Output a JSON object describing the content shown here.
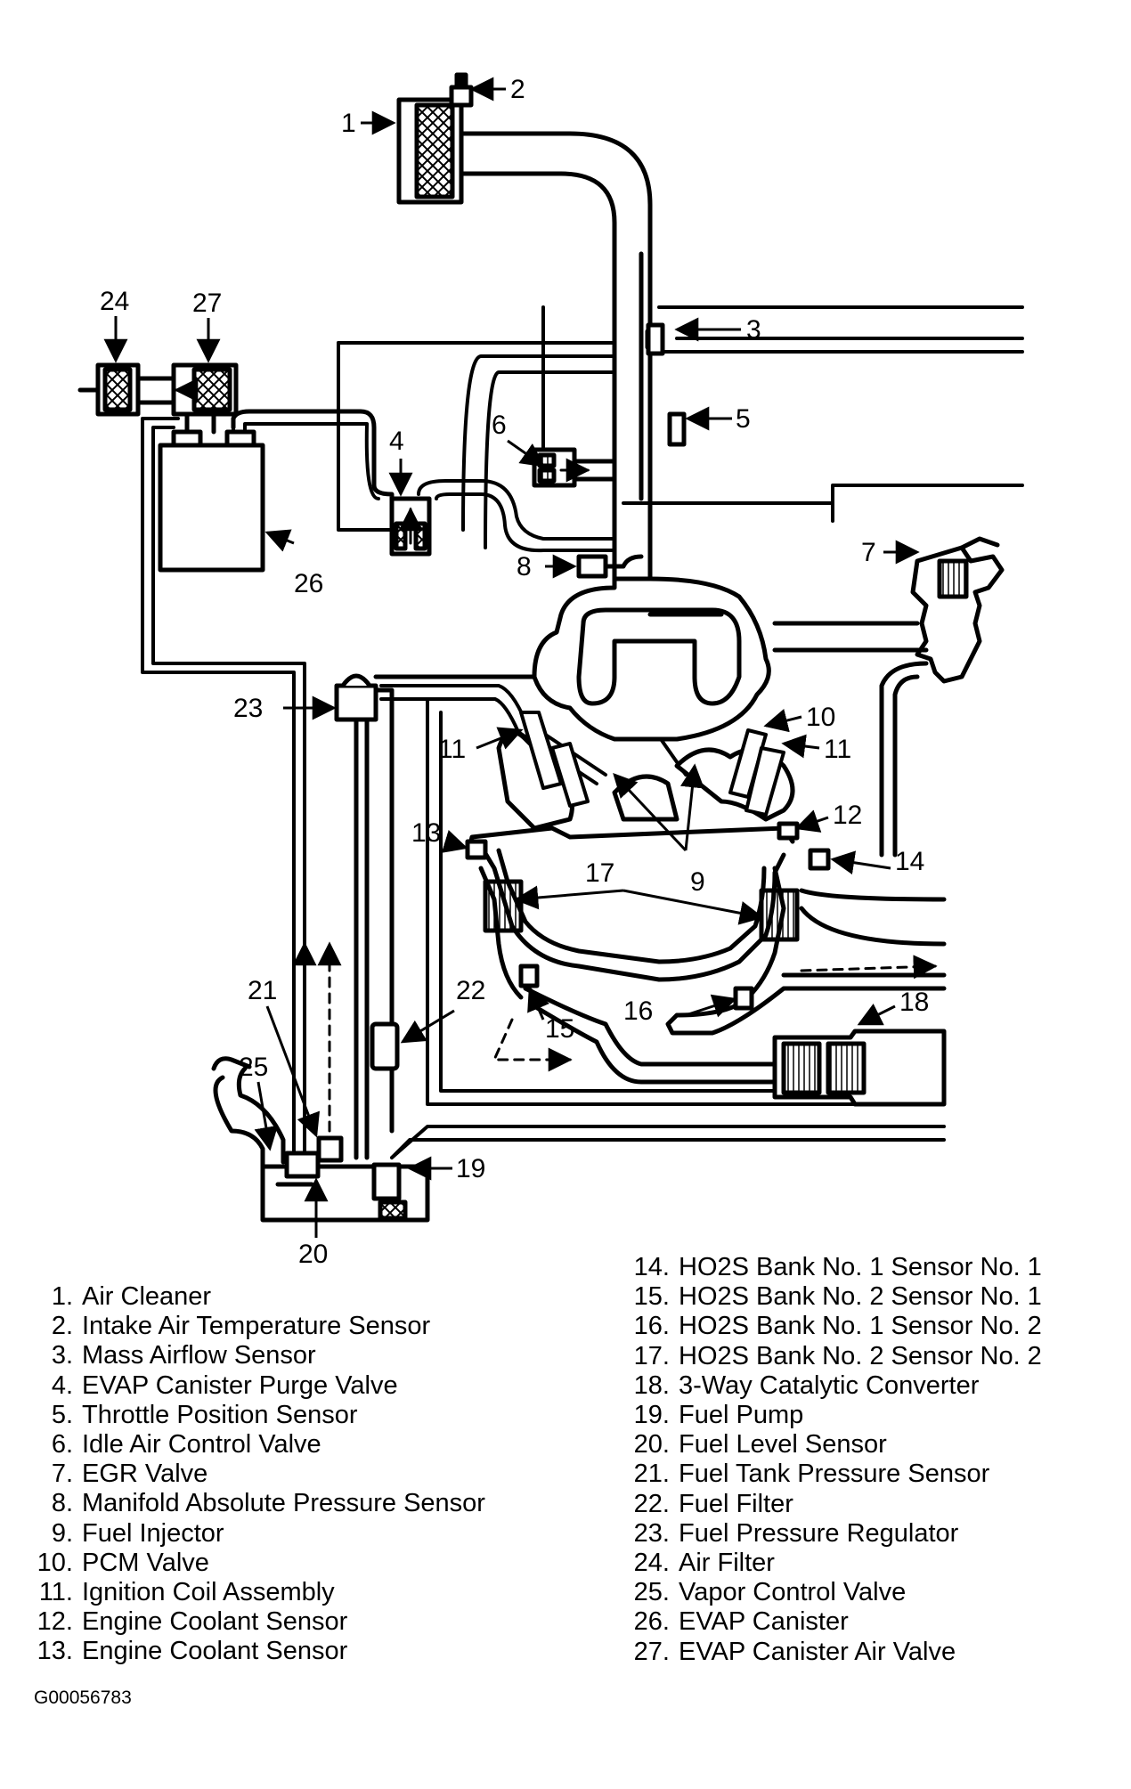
{
  "diagram": {
    "callouts": [
      "1",
      "2",
      "3",
      "4",
      "5",
      "6",
      "7",
      "8",
      "9",
      "10",
      "11",
      "11",
      "12",
      "13",
      "14",
      "15",
      "16",
      "17",
      "18",
      "19",
      "20",
      "21",
      "22",
      "23",
      "24",
      "25",
      "26",
      "27"
    ]
  },
  "legend": {
    "left": [
      {
        "num": "1.",
        "label": "Air Cleaner"
      },
      {
        "num": "2.",
        "label": "Intake Air Temperature Sensor"
      },
      {
        "num": "3.",
        "label": "Mass Airflow Sensor"
      },
      {
        "num": "4.",
        "label": "EVAP Canister Purge Valve"
      },
      {
        "num": "5.",
        "label": "Throttle Position Sensor"
      },
      {
        "num": "6.",
        "label": "Idle Air Control Valve"
      },
      {
        "num": "7.",
        "label": "EGR Valve"
      },
      {
        "num": "8.",
        "label": "Manifold Absolute Pressure Sensor"
      },
      {
        "num": "9.",
        "label": "Fuel Injector"
      },
      {
        "num": "10.",
        "label": "PCM Valve"
      },
      {
        "num": "11.",
        "label": "Ignition Coil Assembly"
      },
      {
        "num": "12.",
        "label": "Engine Coolant Sensor"
      },
      {
        "num": "13.",
        "label": "Engine Coolant Sensor"
      }
    ],
    "right": [
      {
        "num": "14.",
        "label": "HO2S Bank No. 1 Sensor No. 1"
      },
      {
        "num": "15.",
        "label": "HO2S Bank No. 2 Sensor No. 1"
      },
      {
        "num": "16.",
        "label": "HO2S Bank No. 1 Sensor No. 2"
      },
      {
        "num": "17.",
        "label": "HO2S Bank No. 2 Sensor No. 2"
      },
      {
        "num": "18.",
        "label": "3-Way Catalytic Converter"
      },
      {
        "num": "19.",
        "label": "Fuel Pump"
      },
      {
        "num": "20.",
        "label": "Fuel Level Sensor"
      },
      {
        "num": "21.",
        "label": "Fuel Tank Pressure Sensor"
      },
      {
        "num": "22.",
        "label": "Fuel Filter"
      },
      {
        "num": "23.",
        "label": "Fuel Pressure Regulator"
      },
      {
        "num": "24.",
        "label": "Air Filter"
      },
      {
        "num": "25.",
        "label": "Vapor Control Valve"
      },
      {
        "num": "26.",
        "label": "EVAP Canister"
      },
      {
        "num": "27.",
        "label": "EVAP Canister Air Valve"
      }
    ]
  },
  "figure_code": "G00056783"
}
